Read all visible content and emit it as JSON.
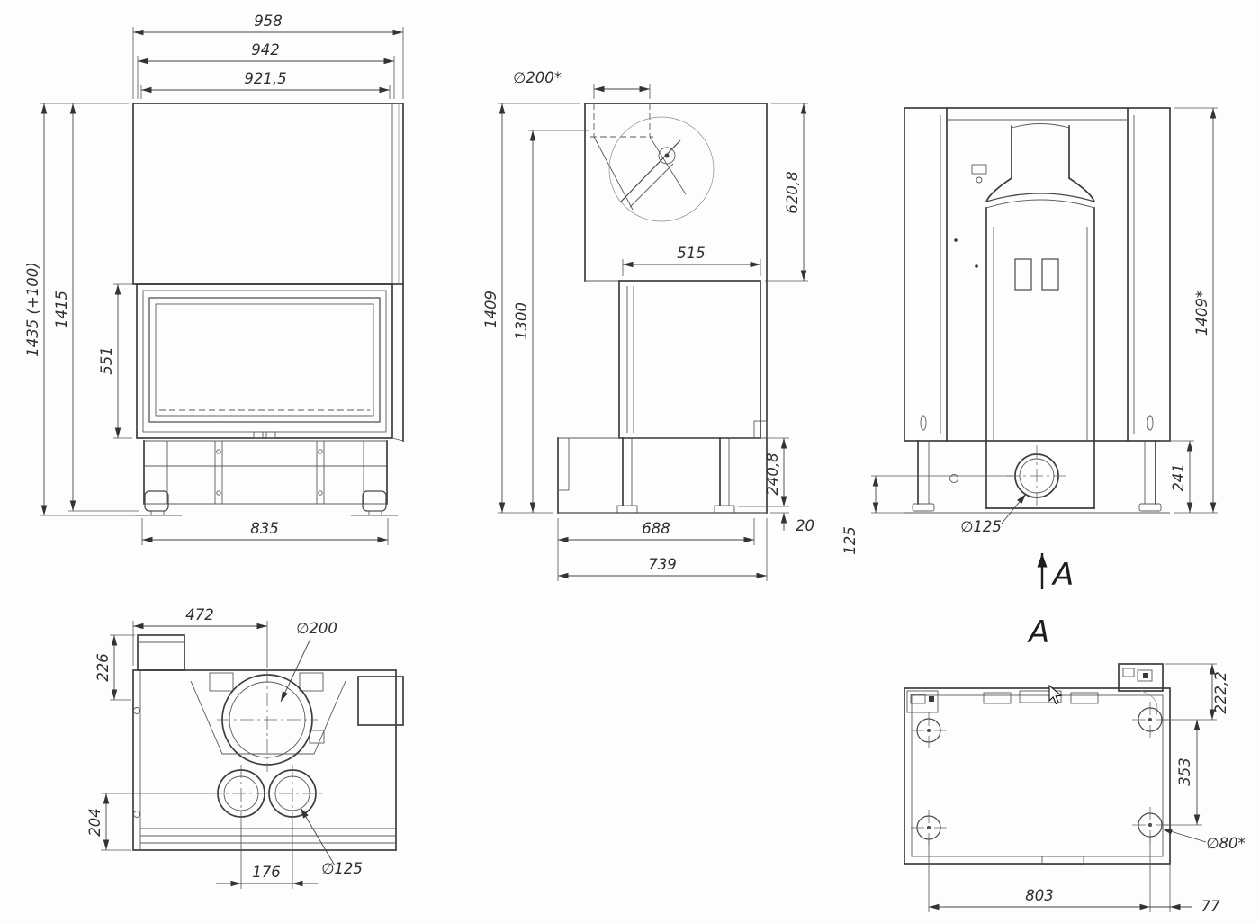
{
  "drawing": {
    "front": {
      "w_top": "958",
      "w_mid": "942",
      "w_inner": "921,5",
      "h_total": "1435 (+100)",
      "h_body": "1415",
      "h_glass": "551",
      "w_base": "835"
    },
    "side": {
      "flue": "∅200*",
      "h_upper": "620,8",
      "d_opening": "515",
      "h_total": "1409",
      "h_mid": "1300",
      "h_base": "240,8",
      "h_foot": "20",
      "d_body": "688",
      "d_total": "739"
    },
    "rear": {
      "h_total": "1409*",
      "h_base": "241",
      "h_outlet": "125",
      "outlet": "∅125",
      "section": "A"
    },
    "top": {
      "w_flue": "472",
      "flue": "∅200",
      "d_front": "226",
      "d_rear": "204",
      "w_outlets": "176",
      "outlet": "∅125"
    },
    "bottom": {
      "d_edge": "222,2",
      "d_wheels": "353",
      "wheel": "∅80*",
      "w_wheels": "803",
      "w_edge": "77"
    }
  }
}
